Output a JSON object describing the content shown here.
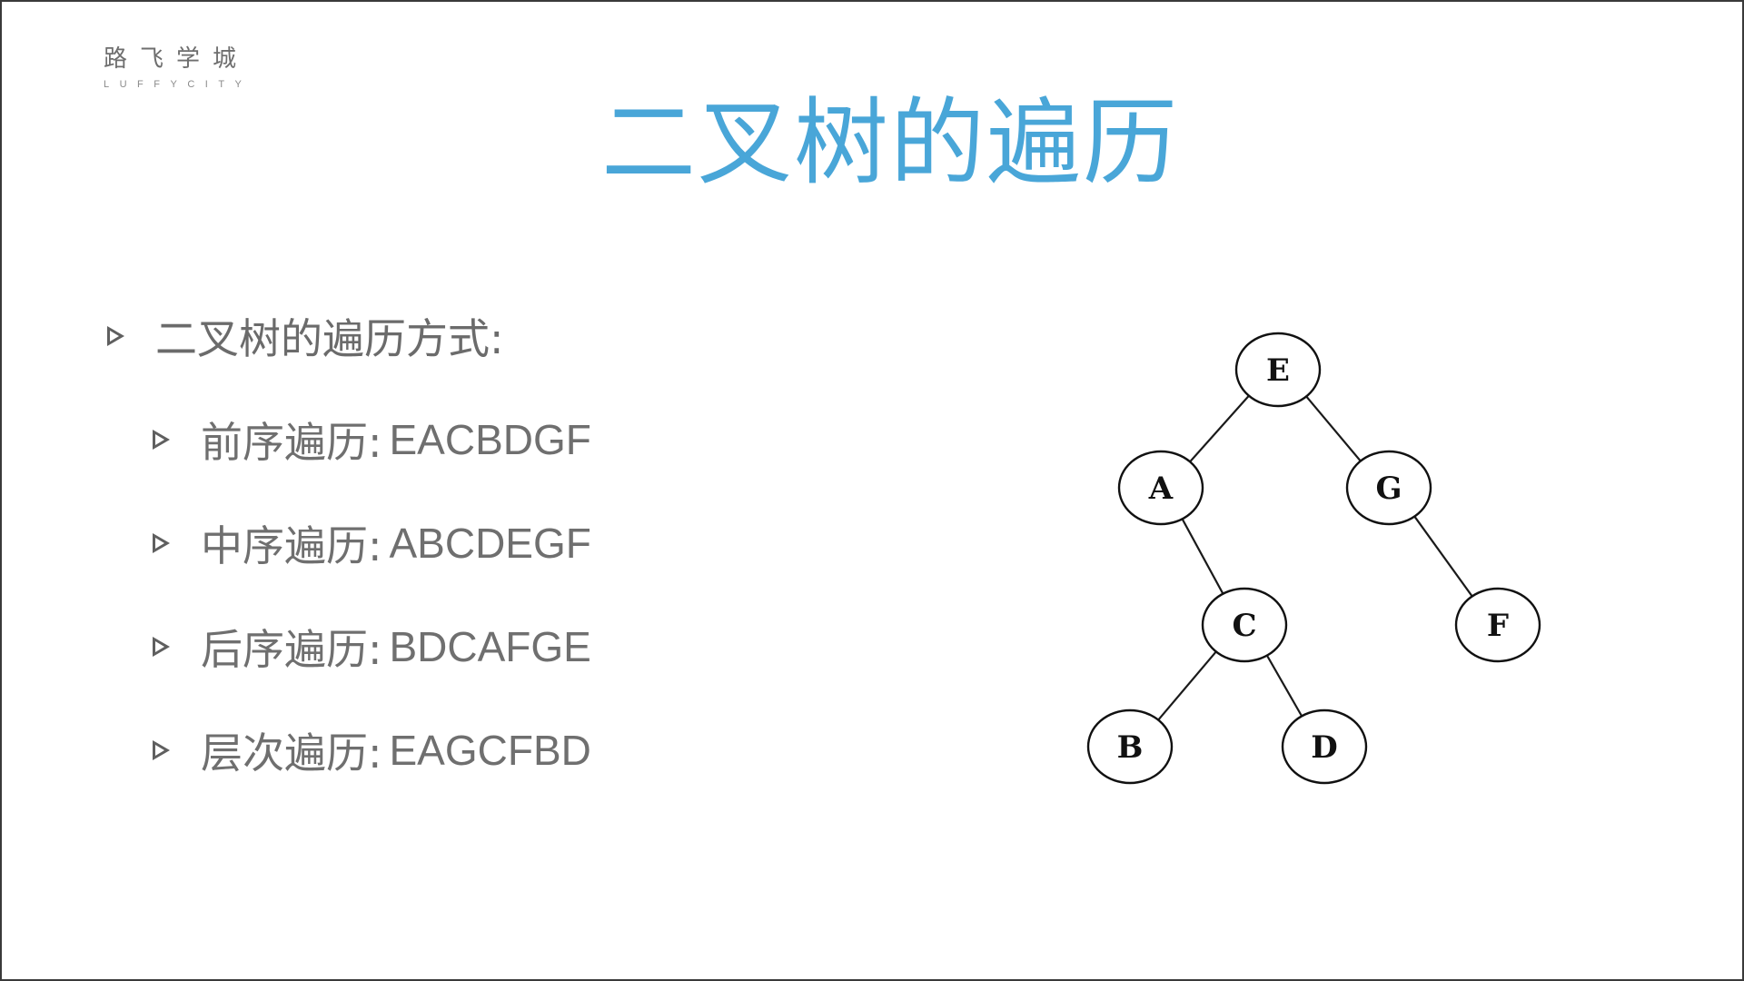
{
  "logo": {
    "cn": "路飞学城",
    "en": "LUFFYCITY"
  },
  "title": "二叉树的遍历",
  "bullets": {
    "main": "二叉树的遍历方式:",
    "items": [
      {
        "label": "前序遍历:",
        "value": "EACBDGF"
      },
      {
        "label": "中序遍历:",
        "value": "ABCDEGF"
      },
      {
        "label": "后序遍历:",
        "value": "BDCAFGE"
      },
      {
        "label": "层次遍历:",
        "value": "EAGCFBD"
      }
    ]
  },
  "tree": {
    "nodes": [
      {
        "id": "E"
      },
      {
        "id": "A"
      },
      {
        "id": "G"
      },
      {
        "id": "C"
      },
      {
        "id": "F"
      },
      {
        "id": "B"
      },
      {
        "id": "D"
      }
    ],
    "edges": [
      [
        "E",
        "A"
      ],
      [
        "E",
        "G"
      ],
      [
        "A",
        "C"
      ],
      [
        "G",
        "F"
      ],
      [
        "C",
        "B"
      ],
      [
        "C",
        "D"
      ]
    ]
  },
  "colors": {
    "title": "#49a6d8",
    "text": "#6f6f6f",
    "bullet": "#5f5f5f"
  }
}
